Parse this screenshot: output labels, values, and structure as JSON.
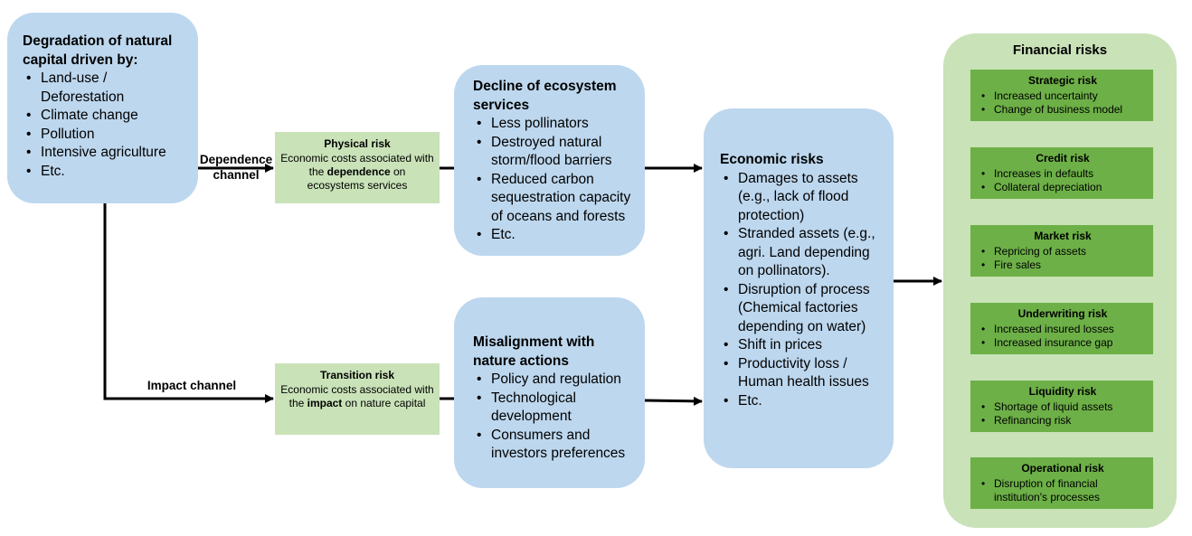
{
  "degradation": {
    "title": "Degradation of natural capital driven by:",
    "items": [
      "Land-use / Deforestation",
      "Climate change",
      "Pollution",
      "Intensive agriculture",
      "Etc."
    ]
  },
  "channels": {
    "dependence": "Dependence channel",
    "impact": "Impact channel"
  },
  "physical_risk": {
    "title": "Physical risk",
    "text_before": "Economic costs associated with the ",
    "emphasis": "dependence",
    "text_after": " on ecosystems services"
  },
  "transition_risk": {
    "title": "Transition risk",
    "text_before": "Economic costs associated with the ",
    "emphasis": "impact",
    "text_after": " on nature capital"
  },
  "ecosystem_decline": {
    "title": "Decline of ecosystem services",
    "items": [
      "Less pollinators",
      "Destroyed natural storm/flood barriers",
      "Reduced carbon sequestration capacity of oceans and forests",
      "Etc."
    ]
  },
  "misalignment": {
    "title": "Misalignment with nature actions",
    "items": [
      "Policy and regulation",
      "Technological development",
      "Consumers and investors preferences"
    ]
  },
  "economic_risks": {
    "title": "Economic risks",
    "items": [
      "Damages to assets (e.g., lack of flood protection)",
      "Stranded assets (e.g., agri. Land depending on pollinators).",
      "Disruption of process (Chemical factories depending on water)",
      "Shift in prices",
      "Productivity loss / Human health issues",
      "Etc."
    ]
  },
  "financial_risks": {
    "title": "Financial risks",
    "risks": [
      {
        "title": "Strategic risk",
        "items": [
          "Increased uncertainty",
          "Change of business model"
        ]
      },
      {
        "title": "Credit risk",
        "items": [
          "Increases in defaults",
          "Collateral depreciation"
        ]
      },
      {
        "title": "Market risk",
        "items": [
          "Repricing of assets",
          "Fire sales"
        ]
      },
      {
        "title": "Underwriting risk",
        "items": [
          "Increased insured losses",
          "Increased insurance gap"
        ]
      },
      {
        "title": "Liquidity risk",
        "items": [
          "Shortage of liquid assets",
          "Refinancing risk"
        ]
      },
      {
        "title": "Operational risk",
        "items": [
          "Disruption of financial institution's processes"
        ]
      }
    ]
  },
  "colors": {
    "blue_box": "#bdd7ee",
    "light_green": "#c9e2b8",
    "dark_green": "#6db047",
    "arrow": "#000000"
  }
}
